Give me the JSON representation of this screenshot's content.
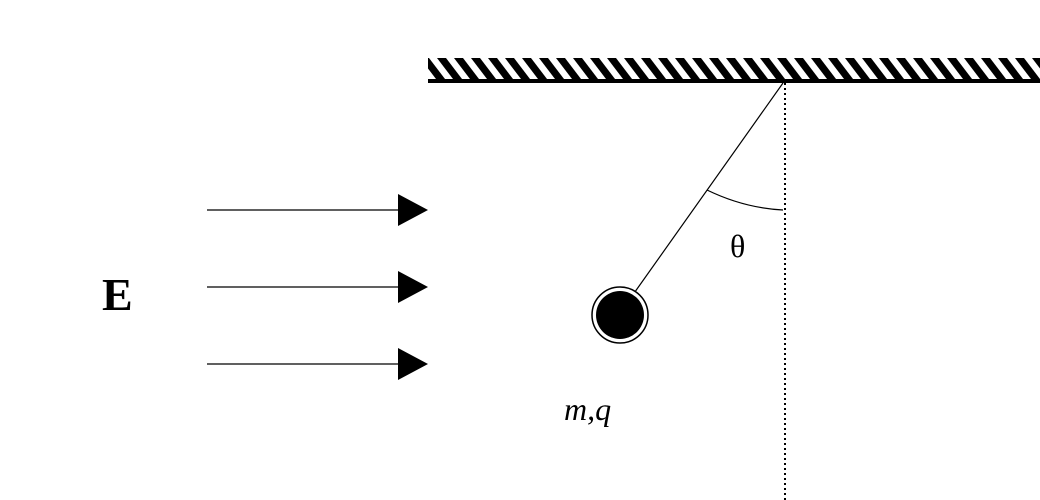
{
  "labels": {
    "field": "E",
    "angle": "θ",
    "bob": "m,q"
  },
  "colors": {
    "ink": "#000000",
    "background": "#ffffff"
  }
}
